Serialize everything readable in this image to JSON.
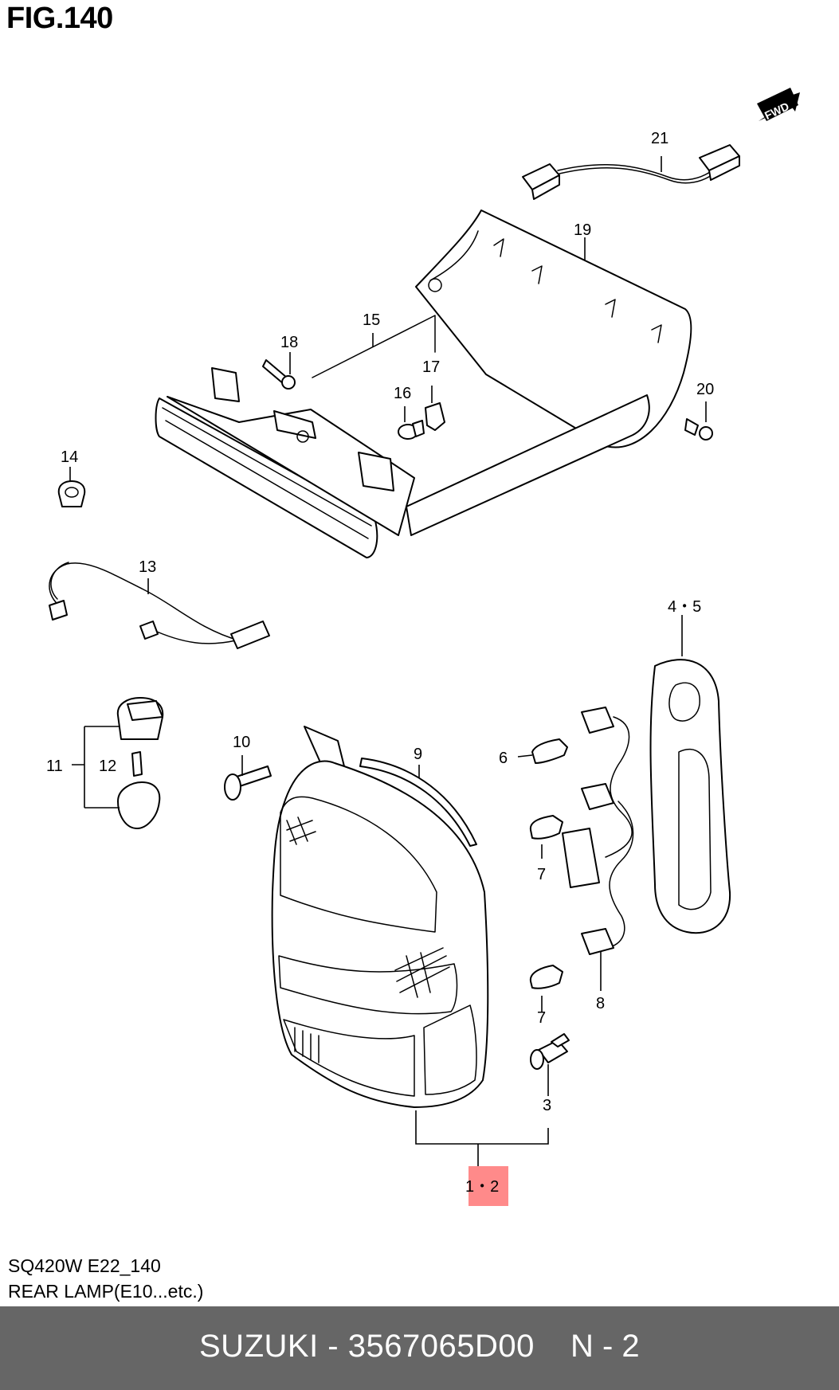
{
  "figure": {
    "title": "FIG.140"
  },
  "direction_badge": "FWD",
  "callouts": {
    "c1_2": "1・2",
    "c3": "3",
    "c4_5": "4・5",
    "c6": "6",
    "c7a": "7",
    "c7b": "7",
    "c8": "8",
    "c9": "9",
    "c10": "10",
    "c11": "11",
    "c12": "12",
    "c13": "13",
    "c14": "14",
    "c15": "15",
    "c16": "16",
    "c17": "17",
    "c18": "18",
    "c19": "19",
    "c20": "20",
    "c21": "21"
  },
  "highlight_color": "#ff8a8a",
  "caption": {
    "model_code": "SQ420W E22_140",
    "description": "REAR LAMP(E10...etc.)"
  },
  "footer": {
    "brand_part": "SUZUKI - 3567065D00",
    "page": "N - 2",
    "background": "#666666"
  }
}
